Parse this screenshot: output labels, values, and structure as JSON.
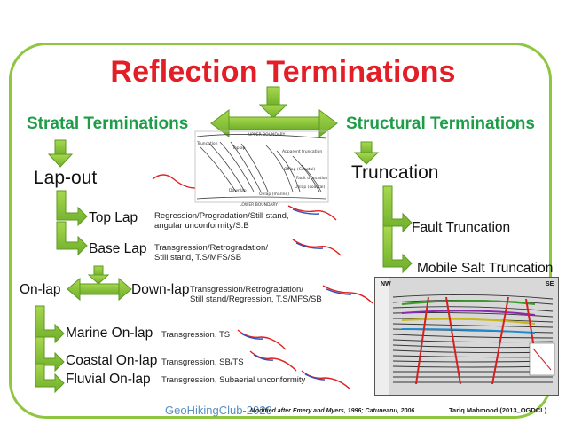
{
  "title": "Reflection Terminations",
  "left_header": "Stratal Terminations",
  "right_header": "Structural Terminations",
  "lapout": "Lap-out",
  "toplap": "Top Lap",
  "toplap_note": "Regression/Progradation/Still stand,\nangular unconformity/S.B",
  "baselap": "Base Lap",
  "baselap_note": "Transgression/Retrogradation/\nStill stand, T.S/MFS/SB",
  "onlap": "On-lap",
  "downlap": "Down-lap",
  "downlap_note": "Transgression/Retrogradation/\nStill stand/Regression, T.S/MFS/SB",
  "marine": "Marine On-lap",
  "marine_note": "Transgression, TS",
  "coastal": "Coastal On-lap",
  "coastal_note": "Transgression, SB/TS",
  "fluvial": "Fluvial On-lap",
  "fluvial_note": "Transgression, Subaerial unconformity",
  "truncation": "Truncation",
  "fault_truncation": "Fault Truncation",
  "salt_truncation": "Mobile Salt Truncation",
  "footer_club": "GeoHikingClub-2020",
  "footer_modified": "Modified after Emery and Myers, 1996; Catuneanu, 2006",
  "footer_credit": "Tariq Mahmood (2013_OGDCL)",
  "sketch": {
    "upper_boundary": "UPPER BOUNDARY",
    "lower_boundary": "LOWER BOUNDARY",
    "truncation": "Truncation",
    "toplap": "Toplap",
    "apparent_truncation": "Apparent truncation",
    "offlap": "Offlap (Coastal)",
    "fault_truncation": "Fault truncation",
    "downlap": "Downlap",
    "onlap_marine": "Onlap (marine)",
    "onlap_coastal": "Onlap (coastal)"
  },
  "seismic": {
    "nw": "NW",
    "se": "SE"
  }
}
